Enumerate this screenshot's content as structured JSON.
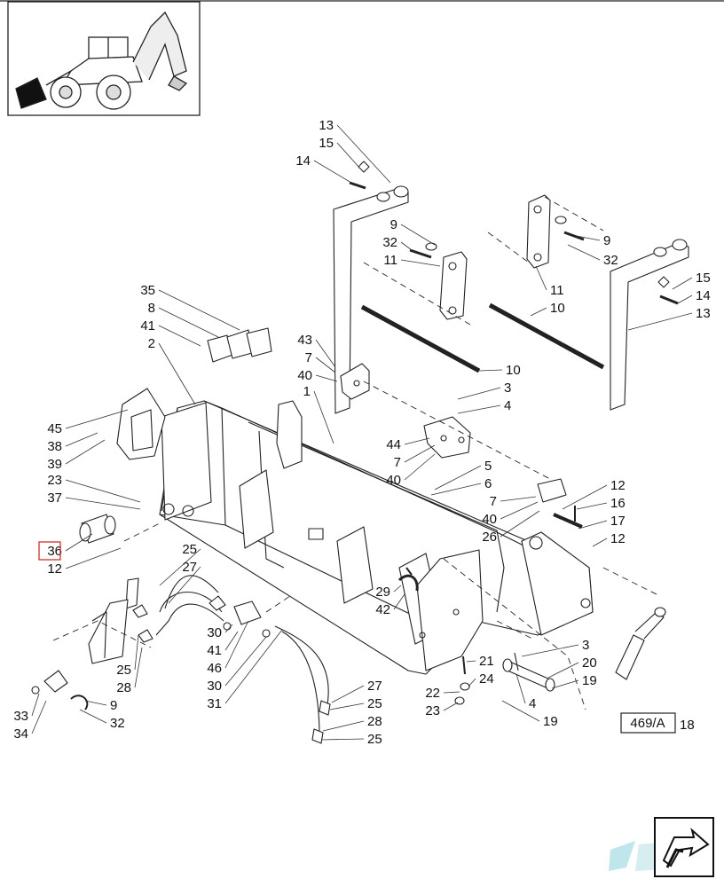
{
  "diagram": {
    "type": "exploded-parts-view",
    "highlighted_callout": "36",
    "reference_box": {
      "label": "469/A",
      "callout": "18"
    },
    "colors": {
      "line": "#222222",
      "highlight": "#d0302b",
      "logo": "#8fd3dc"
    },
    "overview_icon": "backhoe-loader-icon",
    "nav_icon": "next-page-arrow-icon",
    "logo_icon": "tdc-logo-icon",
    "callouts": [
      {
        "id": "c13a",
        "label": "13"
      },
      {
        "id": "c15a",
        "label": "15"
      },
      {
        "id": "c14a",
        "label": "14"
      },
      {
        "id": "c9a",
        "label": "9"
      },
      {
        "id": "c32a",
        "label": "32"
      },
      {
        "id": "c11a",
        "label": "11"
      },
      {
        "id": "c9b",
        "label": "9"
      },
      {
        "id": "c32b",
        "label": "32"
      },
      {
        "id": "c11b",
        "label": "11"
      },
      {
        "id": "c10a",
        "label": "10"
      },
      {
        "id": "c15b",
        "label": "15"
      },
      {
        "id": "c14b",
        "label": "14"
      },
      {
        "id": "c13b",
        "label": "13"
      },
      {
        "id": "c35",
        "label": "35"
      },
      {
        "id": "c8",
        "label": "8"
      },
      {
        "id": "c41a",
        "label": "41"
      },
      {
        "id": "c2",
        "label": "2"
      },
      {
        "id": "c43",
        "label": "43"
      },
      {
        "id": "c7a",
        "label": "7"
      },
      {
        "id": "c40a",
        "label": "40"
      },
      {
        "id": "c10b",
        "label": "10"
      },
      {
        "id": "c1",
        "label": "1"
      },
      {
        "id": "c3a",
        "label": "3"
      },
      {
        "id": "c4a",
        "label": "4"
      },
      {
        "id": "c45",
        "label": "45"
      },
      {
        "id": "c38",
        "label": "38"
      },
      {
        "id": "c39",
        "label": "39"
      },
      {
        "id": "c44",
        "label": "44"
      },
      {
        "id": "c7b",
        "label": "7"
      },
      {
        "id": "c40b",
        "label": "40"
      },
      {
        "id": "c5",
        "label": "5"
      },
      {
        "id": "c6",
        "label": "6"
      },
      {
        "id": "c23a",
        "label": "23"
      },
      {
        "id": "c37",
        "label": "37"
      },
      {
        "id": "c7c",
        "label": "7"
      },
      {
        "id": "c40c",
        "label": "40"
      },
      {
        "id": "c26",
        "label": "26"
      },
      {
        "id": "c12a",
        "label": "12"
      },
      {
        "id": "c16",
        "label": "16"
      },
      {
        "id": "c17",
        "label": "17"
      },
      {
        "id": "c12b",
        "label": "12"
      },
      {
        "id": "c36",
        "label": "36"
      },
      {
        "id": "c12c",
        "label": "12"
      },
      {
        "id": "c25a",
        "label": "25"
      },
      {
        "id": "c27a",
        "label": "27"
      },
      {
        "id": "c29",
        "label": "29"
      },
      {
        "id": "c42",
        "label": "42"
      },
      {
        "id": "c30a",
        "label": "30"
      },
      {
        "id": "c41b",
        "label": "41"
      },
      {
        "id": "c46",
        "label": "46"
      },
      {
        "id": "c30b",
        "label": "30"
      },
      {
        "id": "c31",
        "label": "31"
      },
      {
        "id": "c25b",
        "label": "25"
      },
      {
        "id": "c28a",
        "label": "28"
      },
      {
        "id": "c3b",
        "label": "3"
      },
      {
        "id": "c20",
        "label": "20"
      },
      {
        "id": "c21",
        "label": "21"
      },
      {
        "id": "c24",
        "label": "24"
      },
      {
        "id": "c19a",
        "label": "19"
      },
      {
        "id": "c4b",
        "label": "4"
      },
      {
        "id": "c22",
        "label": "22"
      },
      {
        "id": "c23b",
        "label": "23"
      },
      {
        "id": "c19b",
        "label": "19"
      },
      {
        "id": "c9c",
        "label": "9"
      },
      {
        "id": "c32c",
        "label": "32"
      },
      {
        "id": "c33",
        "label": "33"
      },
      {
        "id": "c34",
        "label": "34"
      },
      {
        "id": "c27b",
        "label": "27"
      },
      {
        "id": "c25c",
        "label": "25"
      },
      {
        "id": "c28b",
        "label": "28"
      },
      {
        "id": "c25d",
        "label": "25"
      }
    ]
  }
}
